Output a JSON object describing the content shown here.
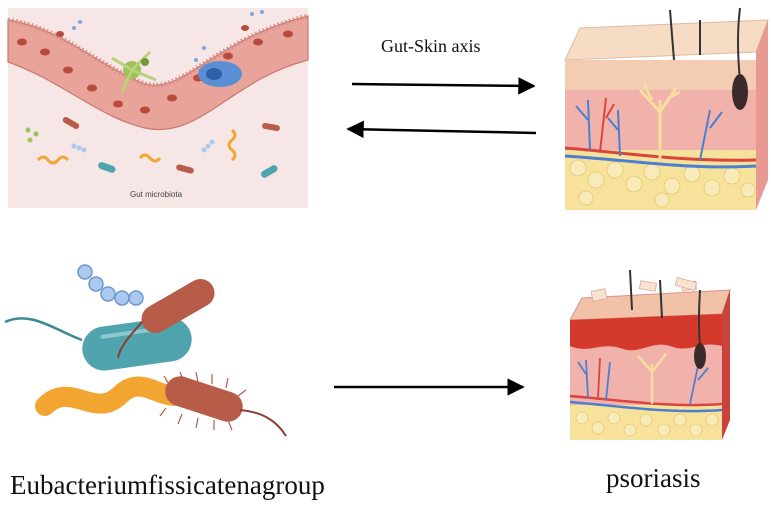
{
  "labels": {
    "axis": "Gut-Skin axis",
    "gut": "Gut microbiota",
    "bacterium": "Eubacteriumfissicatenagroup",
    "disease": "psoriasis"
  },
  "colors": {
    "gut_bg": "#f7e6e6",
    "epithelium": "#e8a39a",
    "nucleus": "#b84a3e",
    "skin_top": "#f4ccb4",
    "dermis": "#f0b2aa",
    "fat": "#f6e29a",
    "psoriasis_plaque": "#d33a2c",
    "bacterium_teal": "#4fa4ad",
    "bacterium_red": "#b85c4a",
    "bacterium_orange": "#f2a531",
    "coccus_blue": "#a9c9ef",
    "arrow": "#000000"
  }
}
